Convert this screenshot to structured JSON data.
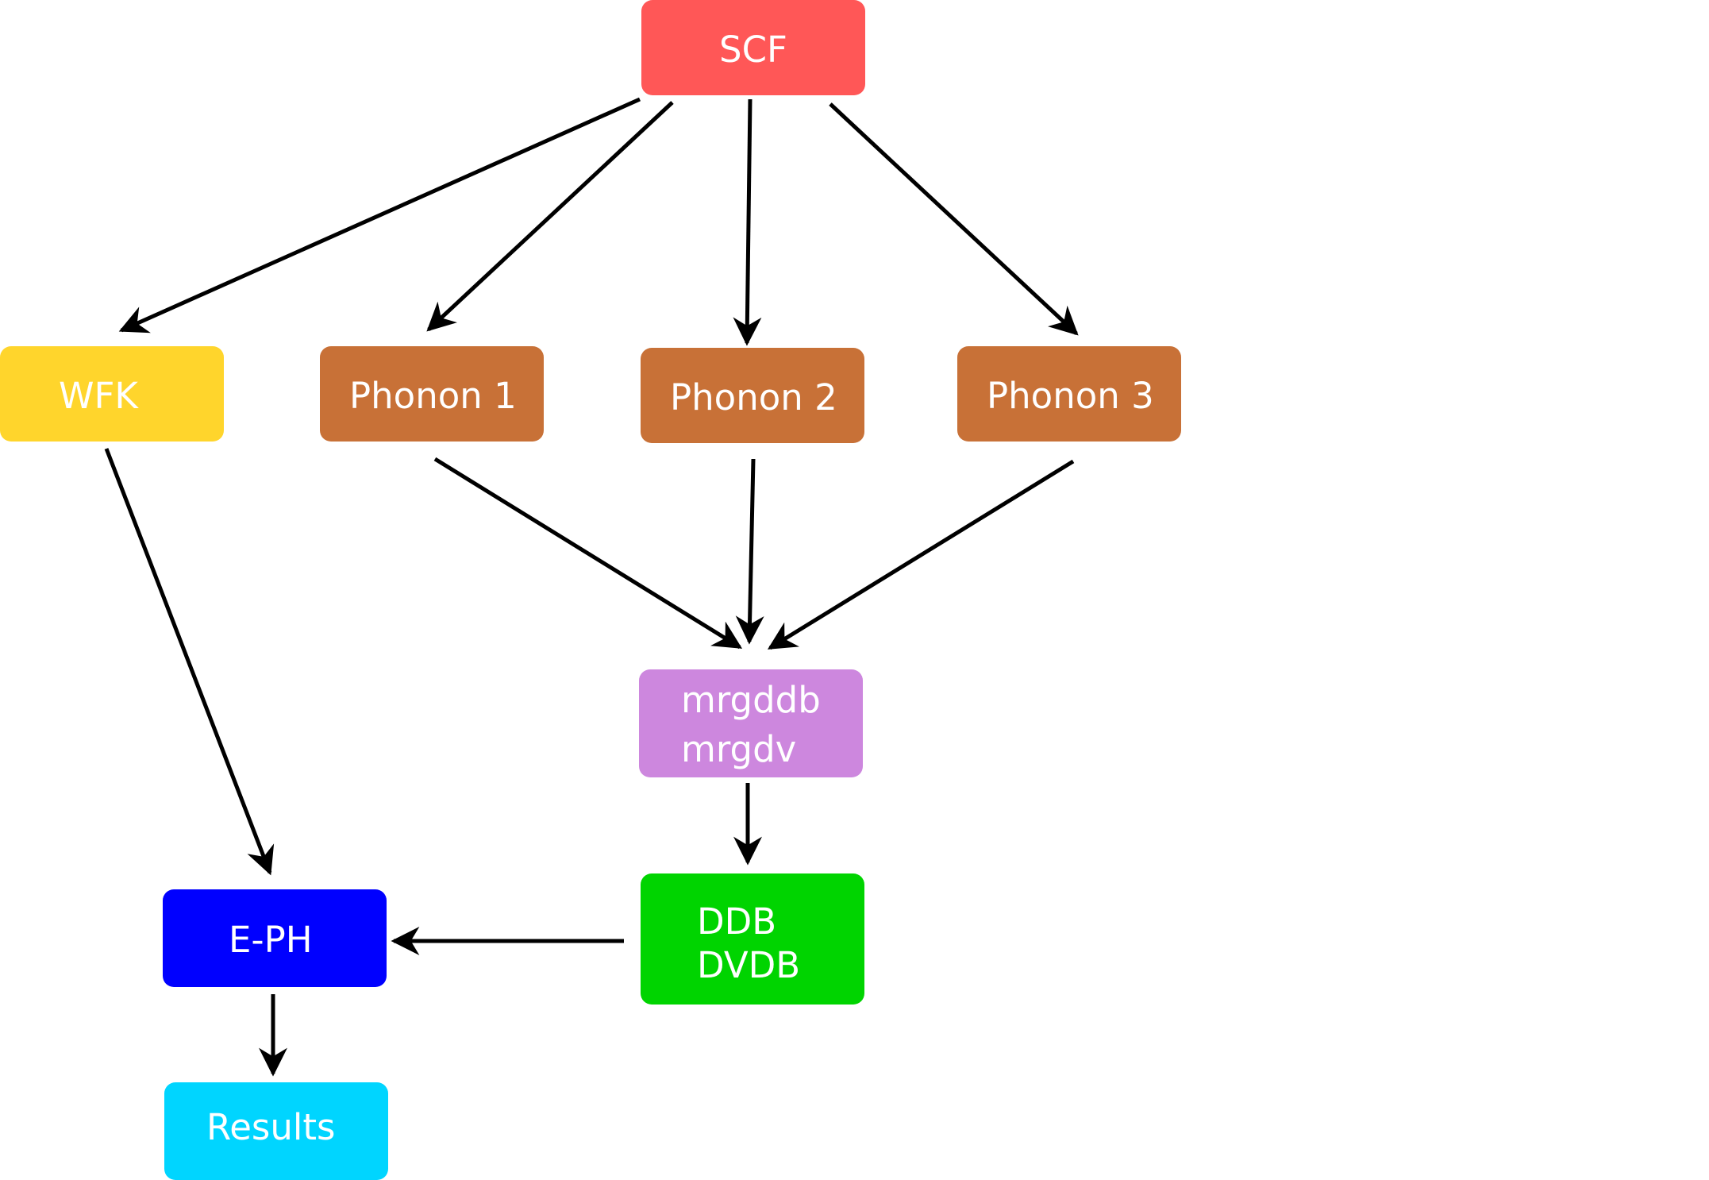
{
  "nodes": {
    "scf": {
      "label": "SCF",
      "color": "#ff5757"
    },
    "wfk": {
      "label": "WFK",
      "color": "#ffd52c"
    },
    "phonon1": {
      "label": "Phonon 1",
      "color": "#c87137"
    },
    "phonon2": {
      "label": "Phonon 2",
      "color": "#c87137"
    },
    "phonon3": {
      "label": "Phonon 3",
      "color": "#c87137"
    },
    "merge": {
      "lines": [
        "mrgddb",
        "mrgdv"
      ],
      "color": "#cd87de"
    },
    "ddb": {
      "lines": [
        "DDB",
        "DVDB"
      ],
      "color": "#00d400"
    },
    "eph": {
      "label": "E-PH",
      "color": "#0000ff"
    },
    "results": {
      "label": "Results",
      "color": "#00d5ff"
    }
  },
  "edges": [
    {
      "from": "SCF",
      "to": "WFK"
    },
    {
      "from": "SCF",
      "to": "Phonon 1"
    },
    {
      "from": "SCF",
      "to": "Phonon 2"
    },
    {
      "from": "SCF",
      "to": "Phonon 3"
    },
    {
      "from": "Phonon 1",
      "to": "mrgddb"
    },
    {
      "from": "Phonon 2",
      "to": "mrgddb"
    },
    {
      "from": "Phonon 3",
      "to": "mrgddb"
    },
    {
      "from": "mrgddb",
      "to": "DDB"
    },
    {
      "from": "WFK",
      "to": "E-PH"
    },
    {
      "from": "DDB",
      "to": "E-PH"
    },
    {
      "from": "E-PH",
      "to": "Results"
    }
  ],
  "arrow_color": "#000000"
}
